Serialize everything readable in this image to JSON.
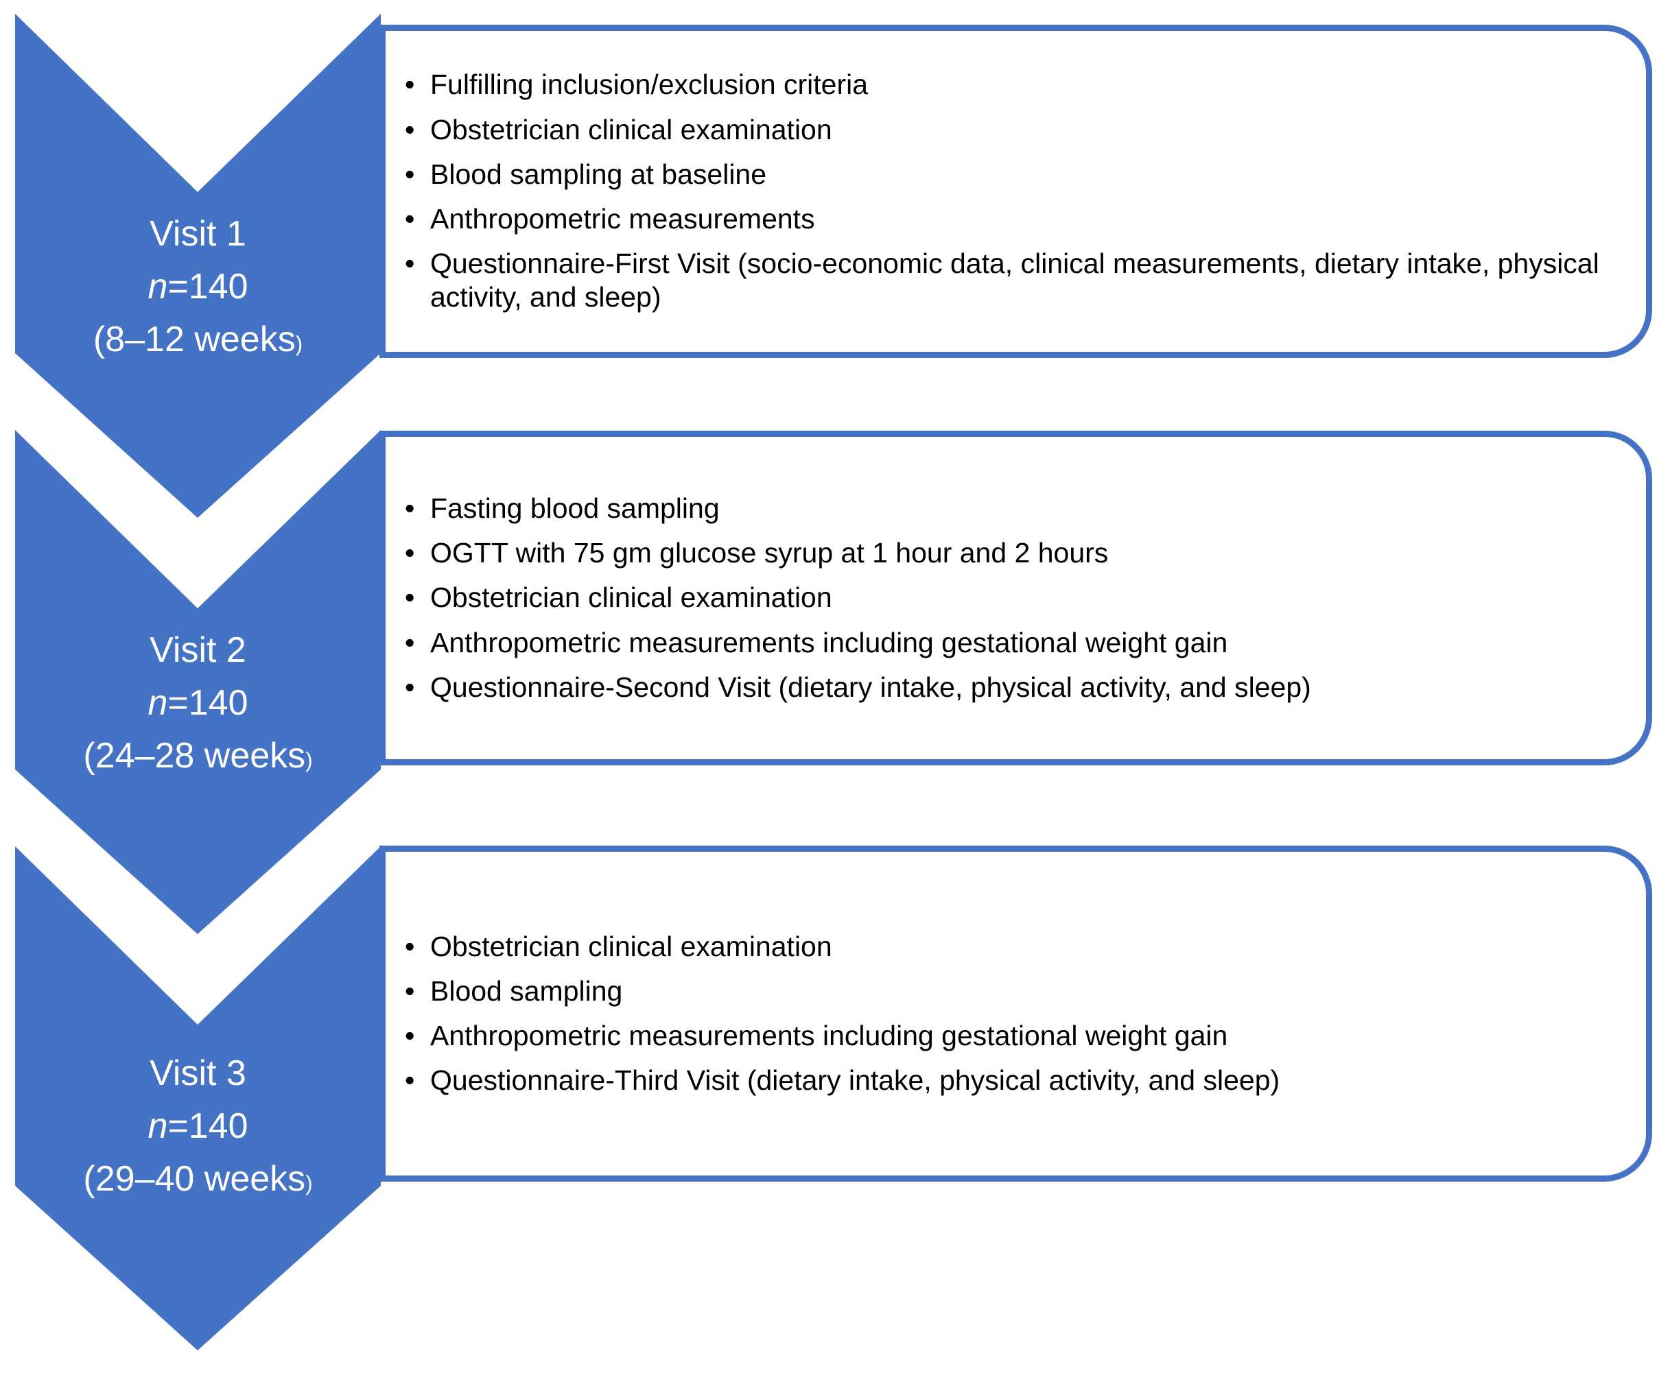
{
  "diagram": {
    "accent_color": "#4472C4",
    "text_color": "#000000",
    "label_text_color": "#ffffff",
    "steps": [
      {
        "visit_title": "Visit 1",
        "n_italic": "n",
        "n_rest": "=140",
        "weeks_main": "(8–12 weeks",
        "weeks_paren": ")",
        "bullets": [
          "Fulfilling inclusion/exclusion criteria",
          "Obstetrician clinical examination",
          "Blood sampling at baseline",
          "Anthropometric measurements",
          "Questionnaire-First Visit (socio-economic data, clinical measurements, dietary intake, physical activity, and sleep)"
        ]
      },
      {
        "visit_title": "Visit 2",
        "n_italic": "n",
        "n_rest": "=140",
        "weeks_main": "(24–28 weeks",
        "weeks_paren": ")",
        "bullets": [
          "Fasting blood sampling",
          "OGTT with 75 gm glucose syrup at 1 hour and 2 hours",
          "Obstetrician clinical examination",
          "Anthropometric measurements including gestational weight gain",
          "Questionnaire-Second Visit (dietary intake, physical activity, and sleep)"
        ]
      },
      {
        "visit_title": "Visit 3",
        "n_italic": "n",
        "n_rest": "=140",
        "weeks_main": "(29–40 weeks",
        "weeks_paren": ")",
        "bullets": [
          "Obstetrician clinical examination",
          "Blood sampling",
          "Anthropometric measurements including gestational weight gain",
          "Questionnaire-Third Visit (dietary intake, physical activity, and sleep)"
        ]
      }
    ]
  }
}
